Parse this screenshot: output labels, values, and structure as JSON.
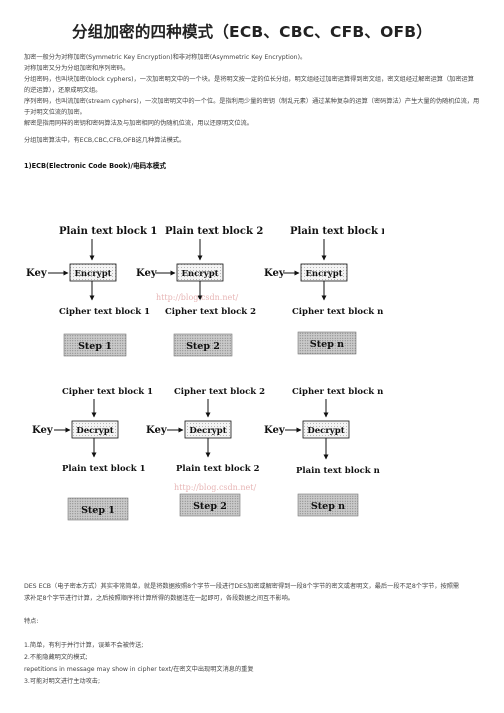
{
  "title": "分组加密的四种模式（ECB、CBC、CFB、OFB）",
  "intro": [
    "加密一般分为对称加密(Symmetric Key Encryption)和非对称加密(Asymmetric Key Encryption)。",
    "对称加密又分为分组加密和序列密码。",
    "分组密码，也叫块加密(block cyphers)，一次加密明文中的一个块。是将明文按一定的位长分组，明文组经过加密运算得到密文组，密文组经过解密运算（加密运算的逆运算），还原成明文组。",
    "序列密码，也叫流加密(stream cyphers)，一次加密明文中的一个位。是指利用少量的密钥（制乱元素）通过某种复杂的运算（密码算法）产生大量的伪随机位流，用于对明文位流的加密。",
    "解密是指用同样的密钥和密码算法及与加密相同的伪随机位流，用以还原明文位流。",
    "分组加密算法中，有ECB,CBC,CFB,OFB这几种算法模式。"
  ],
  "section_ecb_heading": "1)ECB(Electronic Code Book)/电码本模式",
  "encrypt_diagram": {
    "blocks": [
      {
        "plain": "Plain text block 1",
        "key": "Key",
        "op": "Encrypt",
        "cipher": "Cipher text block 1",
        "step": "Step 1"
      },
      {
        "plain": "Plain text block 2",
        "key": "Key",
        "op": "Encrypt",
        "cipher": "Cipher text block 2",
        "step": "Step 2"
      },
      {
        "plain": "Plain text block n",
        "key": "Key",
        "op": "Encrypt",
        "cipher": "Cipher text block n",
        "step": "Step n"
      }
    ],
    "watermark": "http://blog.csdn.net/"
  },
  "decrypt_diagram": {
    "blocks": [
      {
        "cipher": "Cipher text block 1",
        "key": "Key",
        "op": "Decrypt",
        "plain": "Plain text block 1",
        "step": "Step 1"
      },
      {
        "cipher": "Cipher text block 2",
        "key": "Key",
        "op": "Decrypt",
        "plain": "Plain text block 2",
        "step": "Step 2"
      },
      {
        "cipher": "Cipher text block n",
        "key": "Key",
        "op": "Decrypt",
        "plain": "Plain text block n",
        "step": "Step n"
      }
    ],
    "watermark": "http://blog.csdn.net/"
  },
  "ecb_description": [
    "DES ECB（电子密本方式）其实非常简单，就是将数据按照8个字节一段进行DES加密或解密得到一段8个字节的密文或者明文，最后一段不足8个字节，按照需",
    "求补足8个字节进行计算，之后按照顺序将计算所得的数据连在一起即可，各段数据之间互不影响。"
  ],
  "features_label": "特点:",
  "features": [
    "1.简单，有利于并行计算，误差不会被传送;",
    "2.不能隐藏明文的模式;",
    "repetitions in message may show in cipher text/在密文中出现明文消息的重复",
    "3.可能对明文进行主动攻击;"
  ]
}
